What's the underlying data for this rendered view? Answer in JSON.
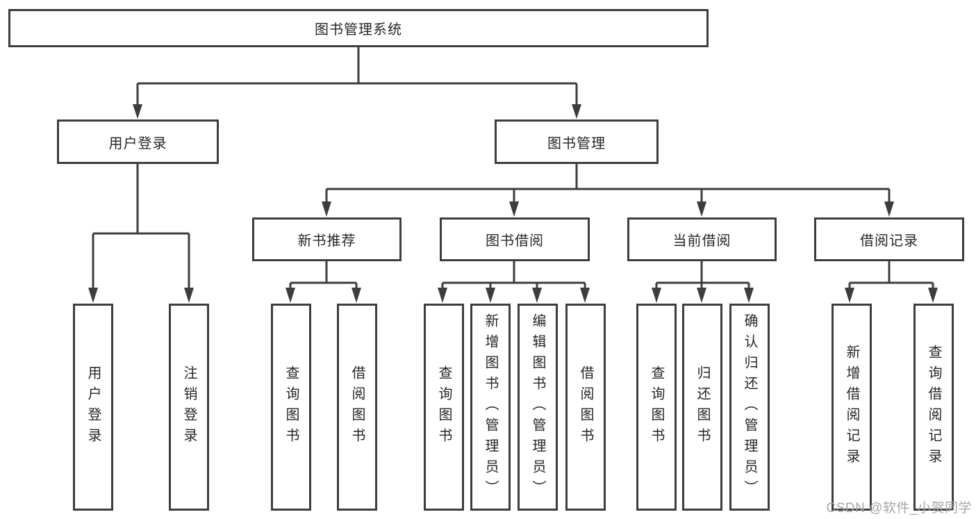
{
  "diagram": {
    "type": "tree",
    "root": {
      "label": "图书管理系统",
      "children": [
        {
          "label": "用户登录",
          "children": [
            {
              "label": "用户登录"
            },
            {
              "label": "注销登录"
            }
          ]
        },
        {
          "label": "图书管理",
          "children": [
            {
              "label": "新书推荐",
              "children": [
                {
                  "label": "查询图书"
                },
                {
                  "label": "借阅图书"
                }
              ]
            },
            {
              "label": "图书借阅",
              "children": [
                {
                  "label": "查询图书"
                },
                {
                  "label": "新增图书（管理员）"
                },
                {
                  "label": "编辑图书（管理员）"
                },
                {
                  "label": "借阅图书"
                }
              ]
            },
            {
              "label": "当前借阅",
              "children": [
                {
                  "label": "查询图书"
                },
                {
                  "label": "归还图书"
                },
                {
                  "label": "确认归还（管理员）"
                }
              ]
            },
            {
              "label": "借阅记录",
              "children": [
                {
                  "label": "新增借阅记录"
                },
                {
                  "label": "查询借阅记录"
                }
              ]
            }
          ]
        }
      ]
    },
    "watermark": "CSDN @软件_小贺同学",
    "colors": {
      "line": "#3d3d3d",
      "text": "#262626",
      "watermark": "#a6a6a6",
      "background": "#ffffff"
    }
  }
}
